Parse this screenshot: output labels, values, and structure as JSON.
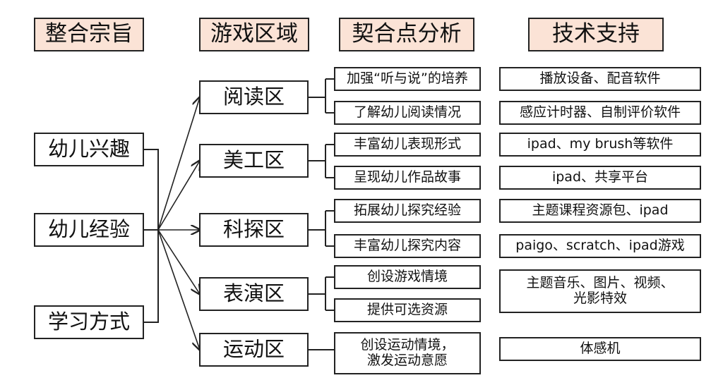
{
  "headers": {
    "purpose": "整合宗旨",
    "zone": "游戏区域",
    "fit": "契合点分析",
    "tech": "技术支持"
  },
  "sources": [
    "幼儿兴趣",
    "幼儿经验",
    "学习方式"
  ],
  "zones": [
    {
      "name": "阅读区",
      "points": [
        "加强“听与说”的培养",
        "了解幼儿阅读情况"
      ],
      "tech": [
        "播放设备、配音软件",
        "感应计时器、自制评价软件"
      ]
    },
    {
      "name": "美工区",
      "points": [
        "丰富幼儿表现形式",
        "呈现幼儿作品故事"
      ],
      "tech": [
        "ipad、my brush等软件",
        "ipad、共享平台"
      ]
    },
    {
      "name": "科探区",
      "points": [
        "拓展幼儿探究经验",
        "丰富幼儿探究内容"
      ],
      "tech": [
        "主题课程资源包、ipad",
        "paigo、scratch、ipad游戏"
      ]
    },
    {
      "name": "表演区",
      "points": [
        "创设游戏情境",
        "提供可选资源"
      ],
      "tech": [
        "主题音乐、图片、视频、\n光影特效"
      ]
    },
    {
      "name": "运动区",
      "points": [
        "创设运动情境，\n激发运动意愿"
      ],
      "tech": [
        "体感机"
      ]
    }
  ]
}
